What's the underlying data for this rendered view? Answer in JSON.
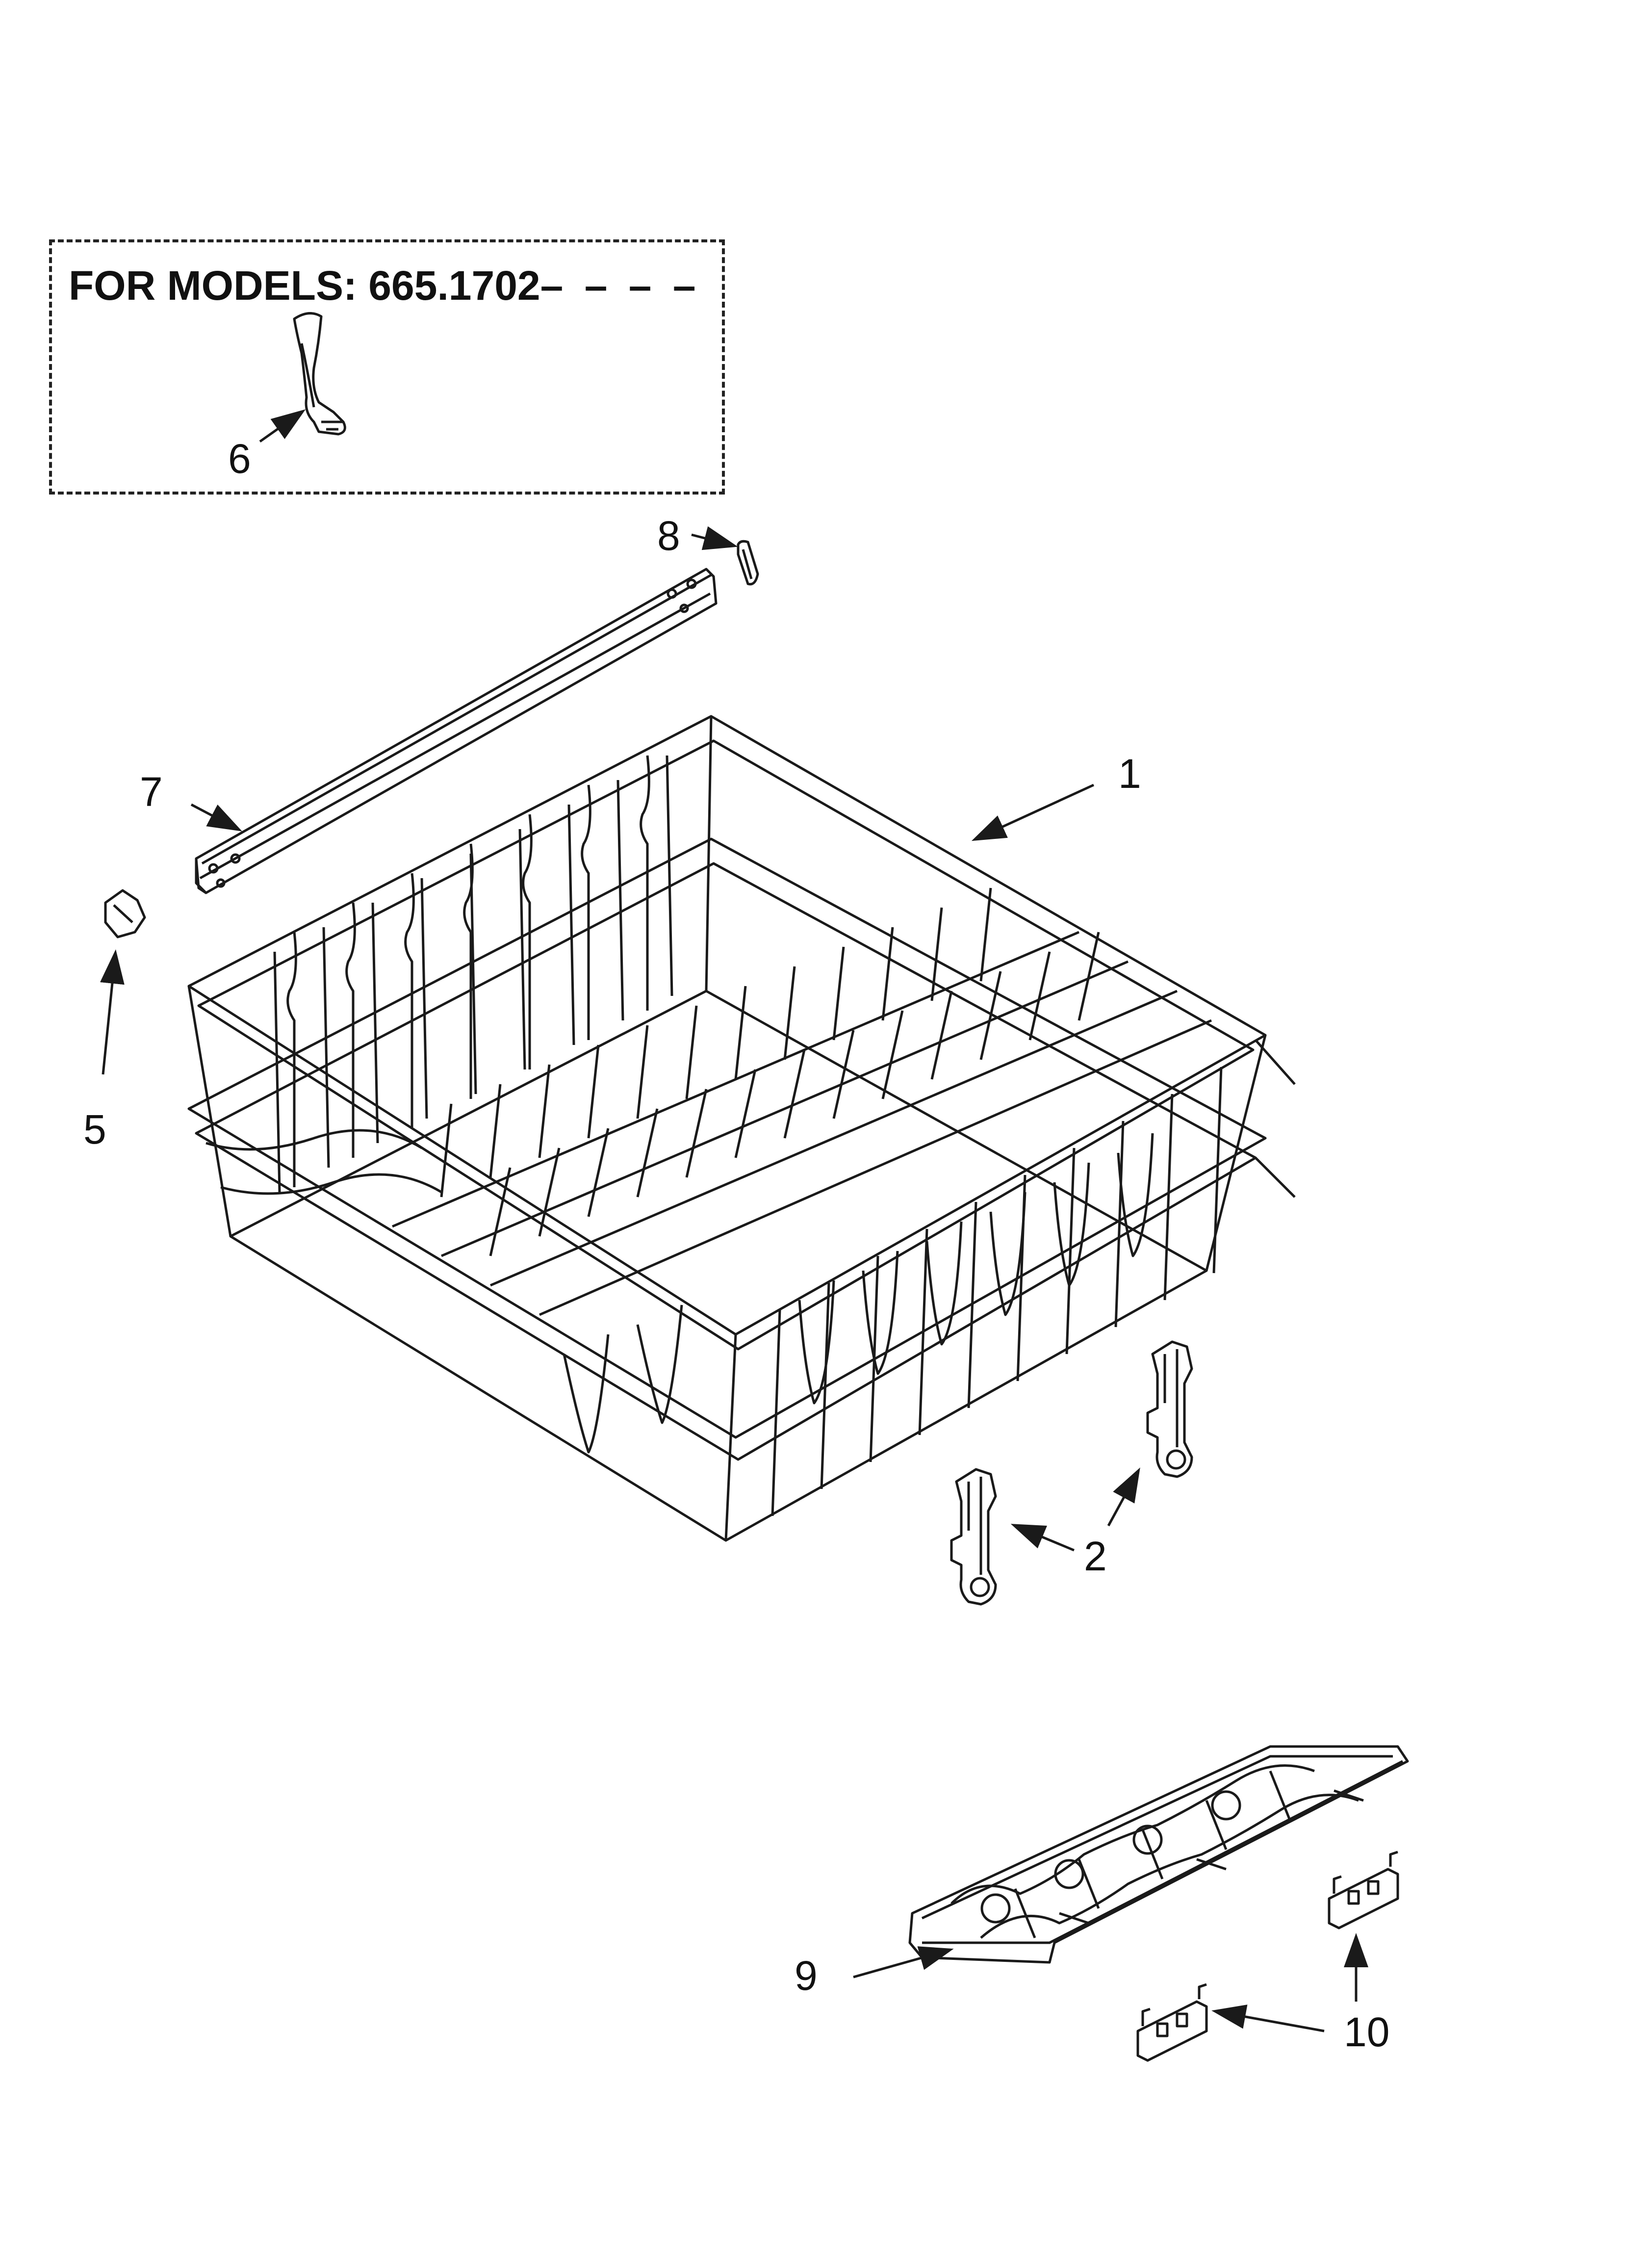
{
  "models_note": {
    "label": "FOR MODELS: 665.1702",
    "dash": "– – – –"
  },
  "callouts": [
    {
      "id": "1",
      "text": "1"
    },
    {
      "id": "2",
      "text": "2"
    },
    {
      "id": "5",
      "text": "5"
    },
    {
      "id": "6",
      "text": "6"
    },
    {
      "id": "7",
      "text": "7"
    },
    {
      "id": "8",
      "text": "8"
    },
    {
      "id": "9",
      "text": "9"
    },
    {
      "id": "10",
      "text": "10"
    }
  ],
  "parts": [
    {
      "name": "dishrack",
      "callout": "1"
    },
    {
      "name": "rack-adjuster",
      "callout": "2"
    },
    {
      "name": "rack-stop",
      "callout": "5"
    },
    {
      "name": "rack-clip",
      "callout": "6"
    },
    {
      "name": "track-rail",
      "callout": "7"
    },
    {
      "name": "track-cap",
      "callout": "8"
    },
    {
      "name": "tine-insert-tray",
      "callout": "9"
    },
    {
      "name": "tray-clip",
      "callout": "10"
    }
  ],
  "colors": {
    "line": "#1a1a1a",
    "background": "#ffffff"
  }
}
